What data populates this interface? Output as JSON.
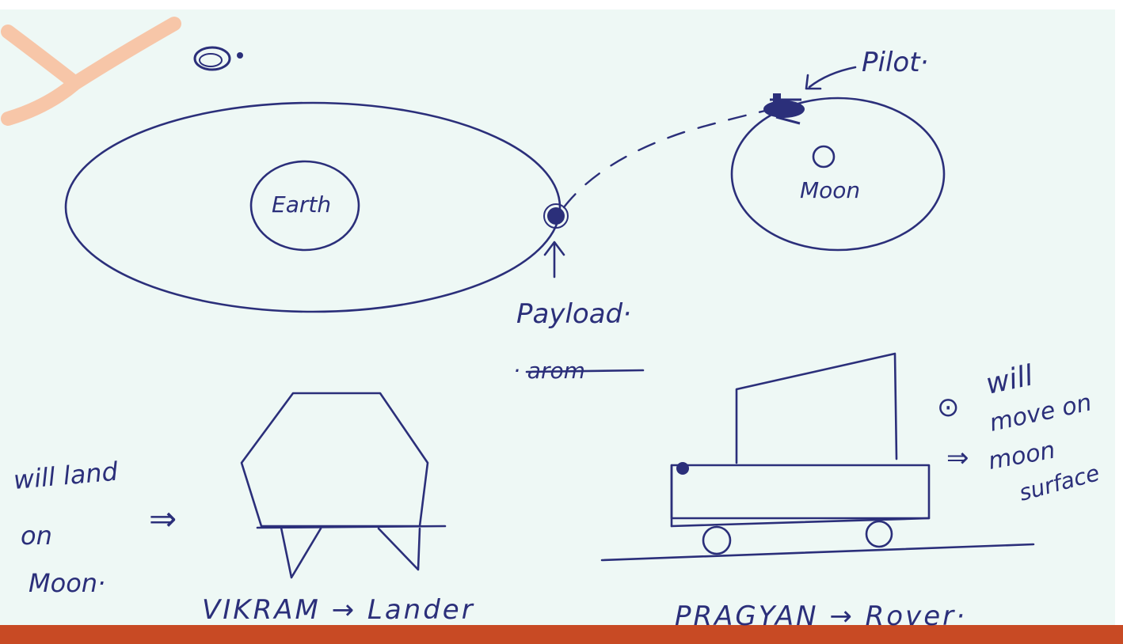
{
  "colors": {
    "paper": "#eef8f5",
    "ink": "#2b2f7a",
    "orange_band": "#c84a24",
    "peach_mark": "#f7c6a8"
  },
  "icons": {
    "top_left_scribble": "satellite-scribble-icon",
    "pilot_marker": "spacecraft-icon",
    "payload_marker": "payload-dot-icon"
  },
  "labels": {
    "earth": "Earth",
    "moon": "Moon",
    "pilot": "Pilot·",
    "payload": "Payload·",
    "strikethrough_word": "· arom",
    "vikram_caption": "VIKRAM → Lander",
    "pragyan_caption": "PRAGYAN → Rover·",
    "will_land_line1": "will land",
    "will_land_line2": "on",
    "will_land_line3": "Moon·",
    "implies_arrow": "⇒",
    "will_move_line1": "will",
    "will_move_line2": "move on",
    "will_move_line3": "moon",
    "will_move_line4": "surface",
    "bullet_will": "⊙",
    "bullet_moon": "⇒"
  }
}
